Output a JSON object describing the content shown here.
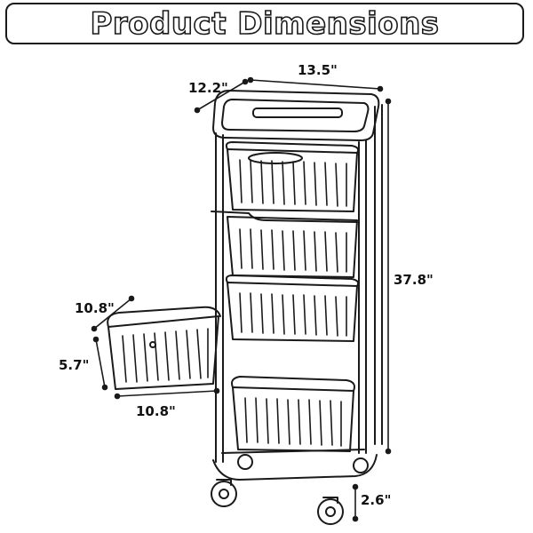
{
  "title": "Product Dimensions",
  "colors": {
    "stroke": "#1a1a1a",
    "background": "#ffffff"
  },
  "dimensions": {
    "top_width": "13.5\"",
    "top_depth": "12.2\"",
    "height": "37.8\"",
    "basket_depth": "10.8\"",
    "basket_height": "5.7\"",
    "basket_width": "10.8\"",
    "wheel_height": "2.6\""
  }
}
